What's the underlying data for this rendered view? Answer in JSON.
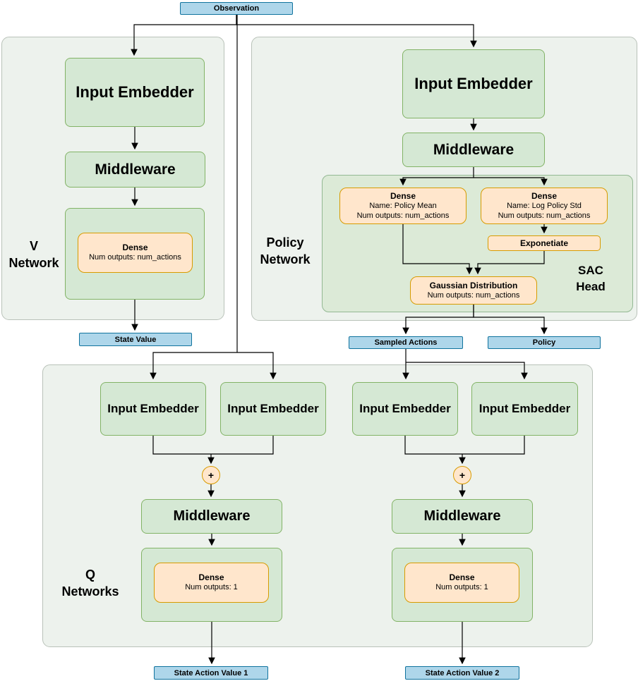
{
  "colors": {
    "node_green_fill": "#d5e8d4",
    "node_green_stroke": "#82b366",
    "node_orange_fill": "#ffe6cc",
    "node_orange_stroke": "#d79b00",
    "io_blue_fill": "#aed6ea",
    "io_blue_stroke": "#10739e",
    "panel_fill": "#edf2ed",
    "panel_stroke": "#b9c2b9",
    "sac_head_fill": "#dcead7",
    "connector": "#000000"
  },
  "observation": {
    "label": "Observation"
  },
  "v_network": {
    "label_line1": "V",
    "label_line2": "Network",
    "input_embedder": "Input Embedder",
    "middleware": "Middleware",
    "dense": {
      "title": "Dense",
      "subtitle": "Num outputs: num_actions"
    },
    "output": "State Value"
  },
  "policy_network": {
    "label_line1": "Policy",
    "label_line2": "Network",
    "input_embedder": "Input Embedder",
    "middleware": "Middleware",
    "sac_head": {
      "label_line1": "SAC",
      "label_line2": "Head",
      "dense_mean": {
        "title": "Dense",
        "name_line": "Name: Policy Mean",
        "outputs_line": "Num outputs: num_actions"
      },
      "dense_log_std": {
        "title": "Dense",
        "name_line": "Name: Log Policy Std",
        "outputs_line": "Num outputs: num_actions"
      },
      "exponentiate": "Exponetiate",
      "gaussian": {
        "title": "Gaussian Distribution",
        "outputs_line": "Num outputs: num_actions"
      }
    },
    "output_sampled_actions": "Sampled Actions",
    "output_policy": "Policy"
  },
  "q_networks": {
    "label_line1": "Q",
    "label_line2": "Networks",
    "plus_symbol": "+",
    "input_embedders": [
      "Input Embedder",
      "Input Embedder",
      "Input Embedder",
      "Input Embedder"
    ],
    "q1": {
      "middleware": "Middleware",
      "dense": {
        "title": "Dense",
        "subtitle": "Num outputs: 1"
      },
      "output": "State Action Value 1"
    },
    "q2": {
      "middleware": "Middleware",
      "dense": {
        "title": "Dense",
        "subtitle": "Num outputs: 1"
      },
      "output": "State Action Value 2"
    }
  }
}
